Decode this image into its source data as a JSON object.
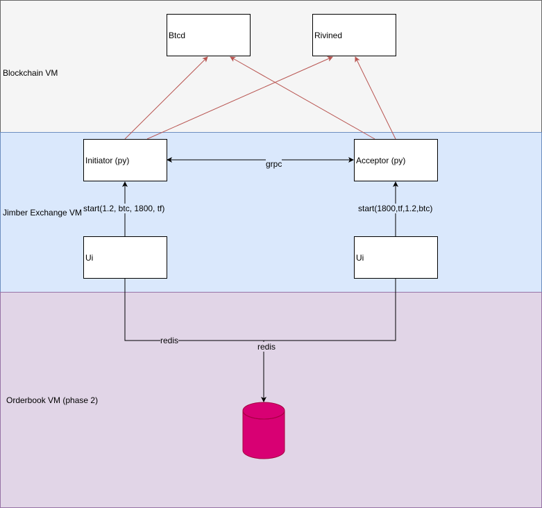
{
  "zones": {
    "blockchain": {
      "label": "Blockchain VM",
      "fill": "#f5f5f5",
      "stroke": "#666666"
    },
    "exchange": {
      "label": "Jimber Exchange VM",
      "fill": "#dae8fc",
      "stroke": "#6c8ebf"
    },
    "orderbook": {
      "label": "Orderbook VM (phase 2)",
      "fill": "#e1d5e7",
      "stroke": "#9673a6"
    }
  },
  "nodes": {
    "btcd": "Btcd",
    "rivined": "Rivined",
    "initiator": "Initiator (py)",
    "acceptor": "Acceptor (py)",
    "ui_left": "Ui",
    "ui_right": "Ui"
  },
  "edge_labels": {
    "grpc": "grpc",
    "start_left": "start(1.2, btc, 1800, tf)",
    "start_right": "start(1800,tf,1.2,btc)",
    "redis_left": "redis",
    "redis_center": "redis"
  },
  "colors": {
    "blockchain_edge": "#b85450",
    "database_fill": "#d80073",
    "database_stroke": "#a50040"
  }
}
